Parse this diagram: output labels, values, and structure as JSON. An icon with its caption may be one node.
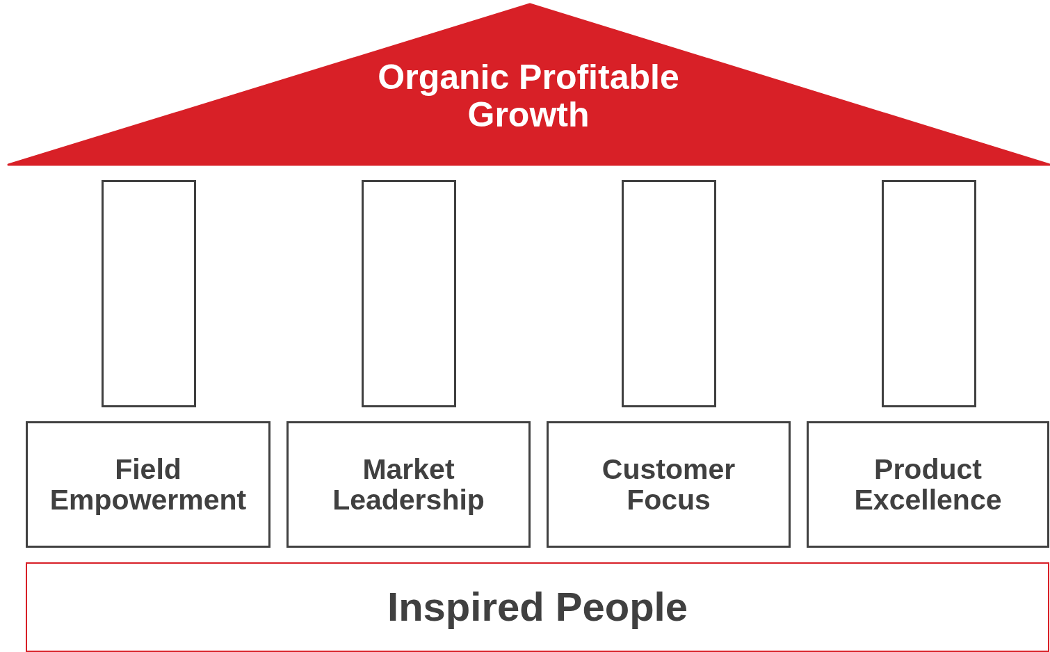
{
  "diagram": {
    "nodes": [
      {
        "text": [
          "Organic Profitable Growth"
        ]
      },
      {
        "text": [],
        "shape": "box"
      },
      {
        "text": [],
        "shape": "box"
      },
      {
        "text": [],
        "shape": "box"
      },
      {
        "text": [],
        "shape": "box"
      },
      {
        "text": [
          "Field Empowerment"
        ]
      },
      {
        "text": [
          "Market Leadership"
        ]
      },
      {
        "text": [
          "Customer Focus"
        ]
      },
      {
        "text": [
          "Product Excellence"
        ]
      },
      {
        "text": [
          "Inspired People"
        ]
      }
    ]
  }
}
